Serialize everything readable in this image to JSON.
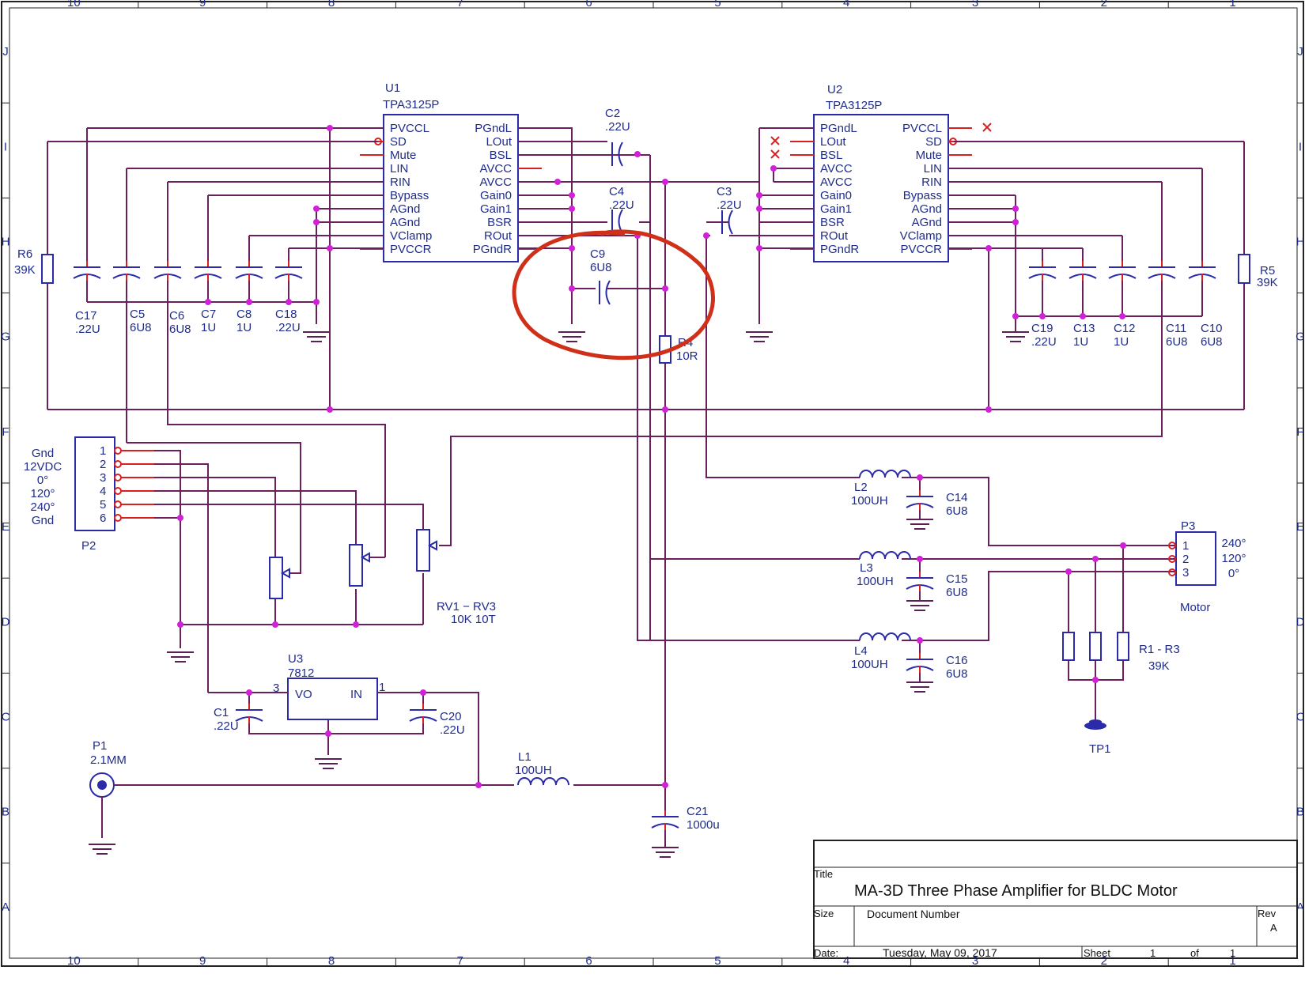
{
  "u1": {
    "ref": "U1",
    "part": "TPA3125P",
    "left_pins": [
      "PVCCL",
      "SD",
      "Mute",
      "LIN",
      "RIN",
      "Bypass",
      "AGnd",
      "AGnd",
      "VClamp",
      "PVCCR"
    ],
    "right_pins": [
      "PGndL",
      "LOut",
      "BSL",
      "AVCC",
      "AVCC",
      "Gain0",
      "Gain1",
      "BSR",
      "ROut",
      "PGndR"
    ]
  },
  "u2": {
    "ref": "U2",
    "part": "TPA3125P",
    "left_pins": [
      "PGndL",
      "LOut",
      "BSL",
      "AVCC",
      "AVCC",
      "Gain0",
      "Gain1",
      "BSR",
      "ROut",
      "PGndR"
    ],
    "right_pins": [
      "PVCCL",
      "SD",
      "Mute",
      "LIN",
      "RIN",
      "Bypass",
      "AGnd",
      "AGnd",
      "VClamp",
      "PVCCR"
    ]
  },
  "u3": {
    "ref": "U3",
    "part": "7812",
    "vo": "VO",
    "in": "IN",
    "pin_out": "3",
    "pin_in": "1"
  },
  "caps": [
    {
      "ref": "C2",
      "value": ".22U"
    },
    {
      "ref": "C4",
      "value": ".22U"
    },
    {
      "ref": "C3",
      "value": ".22U"
    },
    {
      "ref": "C9",
      "value": "6U8"
    },
    {
      "ref": "C17",
      "value": ".22U"
    },
    {
      "ref": "C5",
      "value": "6U8"
    },
    {
      "ref": "C6",
      "value": "6U8"
    },
    {
      "ref": "C7",
      "value": "1U"
    },
    {
      "ref": "C8",
      "value": "1U"
    },
    {
      "ref": "C18",
      "value": ".22U"
    },
    {
      "ref": "C19",
      "value": ".22U"
    },
    {
      "ref": "C13",
      "value": "1U"
    },
    {
      "ref": "C12",
      "value": "1U"
    },
    {
      "ref": "C11",
      "value": "6U8"
    },
    {
      "ref": "C10",
      "value": "6U8"
    },
    {
      "ref": "C14",
      "value": "6U8"
    },
    {
      "ref": "C15",
      "value": "6U8"
    },
    {
      "ref": "C16",
      "value": "6U8"
    },
    {
      "ref": "C1",
      "value": ".22U"
    },
    {
      "ref": "C20",
      "value": ".22U"
    },
    {
      "ref": "C21",
      "value": "1000u"
    }
  ],
  "resistors": [
    {
      "ref": "R6",
      "value": "39K"
    },
    {
      "ref": "R5",
      "value": "39K"
    },
    {
      "ref": "R4",
      "value": "10R"
    },
    {
      "ref": "R1 - R3",
      "value": "39K"
    }
  ],
  "inductors": [
    {
      "ref": "L2",
      "value": "100UH"
    },
    {
      "ref": "L3",
      "value": "100UH"
    },
    {
      "ref": "L4",
      "value": "100UH"
    },
    {
      "ref": "L1",
      "value": "100UH"
    }
  ],
  "pots": {
    "ref": "RV1 − RV3",
    "value": "10K 10T"
  },
  "p2": {
    "ref": "P2",
    "pins": [
      "1",
      "2",
      "3",
      "4",
      "5",
      "6"
    ],
    "labels": [
      "Gnd",
      "12VDC",
      "0°",
      "120°",
      "240°",
      "Gnd"
    ]
  },
  "p3": {
    "ref": "P3",
    "pins": [
      "1",
      "2",
      "3"
    ],
    "labels": [
      "240°",
      "120°",
      "0°"
    ],
    "name": "Motor"
  },
  "p1": {
    "ref": "P1",
    "value": "2.1MM"
  },
  "tp1": {
    "ref": "TP1"
  },
  "title_block": {
    "title_label": "Title",
    "title": "MA-3D  Three Phase Amplifier for BLDC Motor",
    "size_label": "Size",
    "docnum_label": "Document Number",
    "rev_label": "Rev",
    "rev": "A",
    "date_label": "Date:",
    "date": "Tuesday, May 09, 2017",
    "sheet_label": "Sheet",
    "sheet": "1",
    "of_label": "of",
    "sheets": "1"
  },
  "border_cols": [
    "10",
    "9",
    "8",
    "7",
    "6",
    "5",
    "4",
    "3",
    "2",
    "1"
  ],
  "border_rows": [
    "J",
    "I",
    "H",
    "G",
    "F",
    "E",
    "D",
    "C",
    "B",
    "A"
  ],
  "colors": {
    "wire": "#6b1f5c",
    "pin": "#d82020",
    "body": "#2b2aa8",
    "junction": "#d020d8",
    "annotation": "#d0301a"
  }
}
